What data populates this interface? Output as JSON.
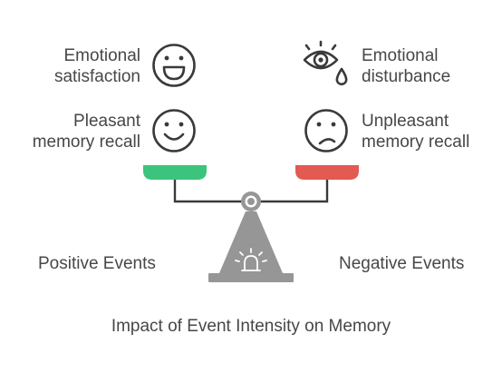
{
  "left_items": [
    {
      "line1": "Emotional",
      "line2": "satisfaction",
      "icon": "laughing-face-icon"
    },
    {
      "line1": "Pleasant",
      "line2": "memory recall",
      "icon": "smiling-face-icon"
    }
  ],
  "right_items": [
    {
      "line1": "Emotional",
      "line2": "disturbance",
      "icon": "crying-eye-icon"
    },
    {
      "line1": "Unpleasant",
      "line2": "memory recall",
      "icon": "confused-face-icon"
    }
  ],
  "left_side_label": "Positive Events",
  "right_side_label": "Negative Events",
  "caption": "Impact of Event Intensity on Memory",
  "colors": {
    "positive_pan": "#3cc47c",
    "negative_pan": "#e25a52",
    "scale": "#969696",
    "icon_stroke": "#3a3a3a",
    "text": "#474747"
  }
}
